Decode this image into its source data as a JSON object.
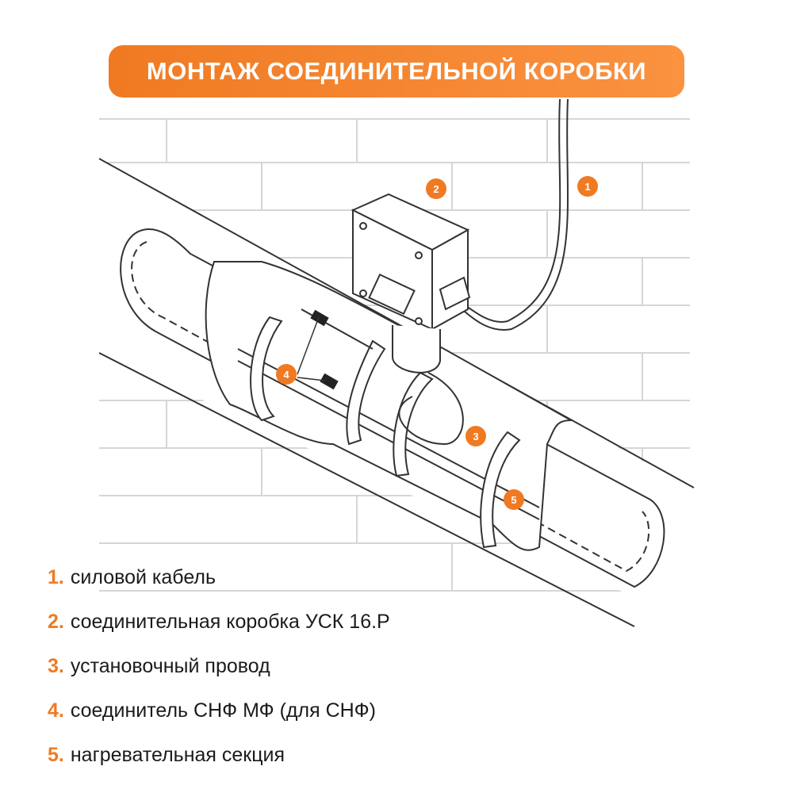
{
  "title": "МОНТАЖ СОЕДИНИТЕЛЬНОЙ КОРОБКИ",
  "colors": {
    "accent": "#f07a22",
    "line": "#333333",
    "brick": "#d6d6d6"
  },
  "markers": [
    "1",
    "2",
    "3",
    "4",
    "5"
  ],
  "legend": [
    {
      "num": "1.",
      "text": "силовой кабель"
    },
    {
      "num": "2.",
      "text": "соединительная коробка УСК 16.Р"
    },
    {
      "num": "3.",
      "text": "установочный провод"
    },
    {
      "num": "4.",
      "text": "соединитель СНФ МФ (для СНФ)"
    },
    {
      "num": "5.",
      "text": "нагревательная секция"
    }
  ]
}
